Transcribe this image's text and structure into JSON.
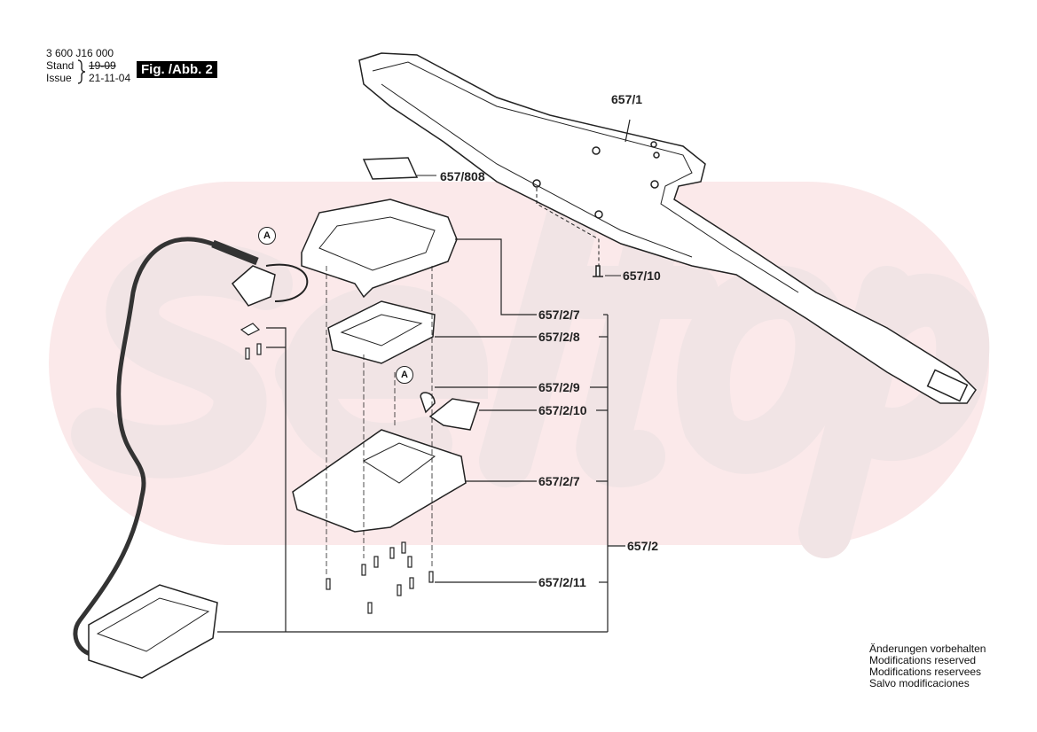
{
  "header": {
    "part_number": "3 600 J16 000",
    "stand_label": "Stand",
    "issue_label": "Issue",
    "stand_value_struck": "19-09",
    "issue_value": "21-11-04",
    "figure_label": "Fig. /Abb. 2"
  },
  "watermark": "seltop",
  "callouts": {
    "a1": "A",
    "a2": "A"
  },
  "labels": [
    "657/1",
    "657/808",
    "657/10",
    "657/2/7",
    "657/2/8",
    "657/2/9",
    "657/2/10",
    "657/2/7",
    "657/2",
    "657/2/11"
  ],
  "notes": [
    "Änderungen vorbehalten",
    "Modifications reserved",
    "Modifications reservees",
    "Salvo modificaciones"
  ]
}
